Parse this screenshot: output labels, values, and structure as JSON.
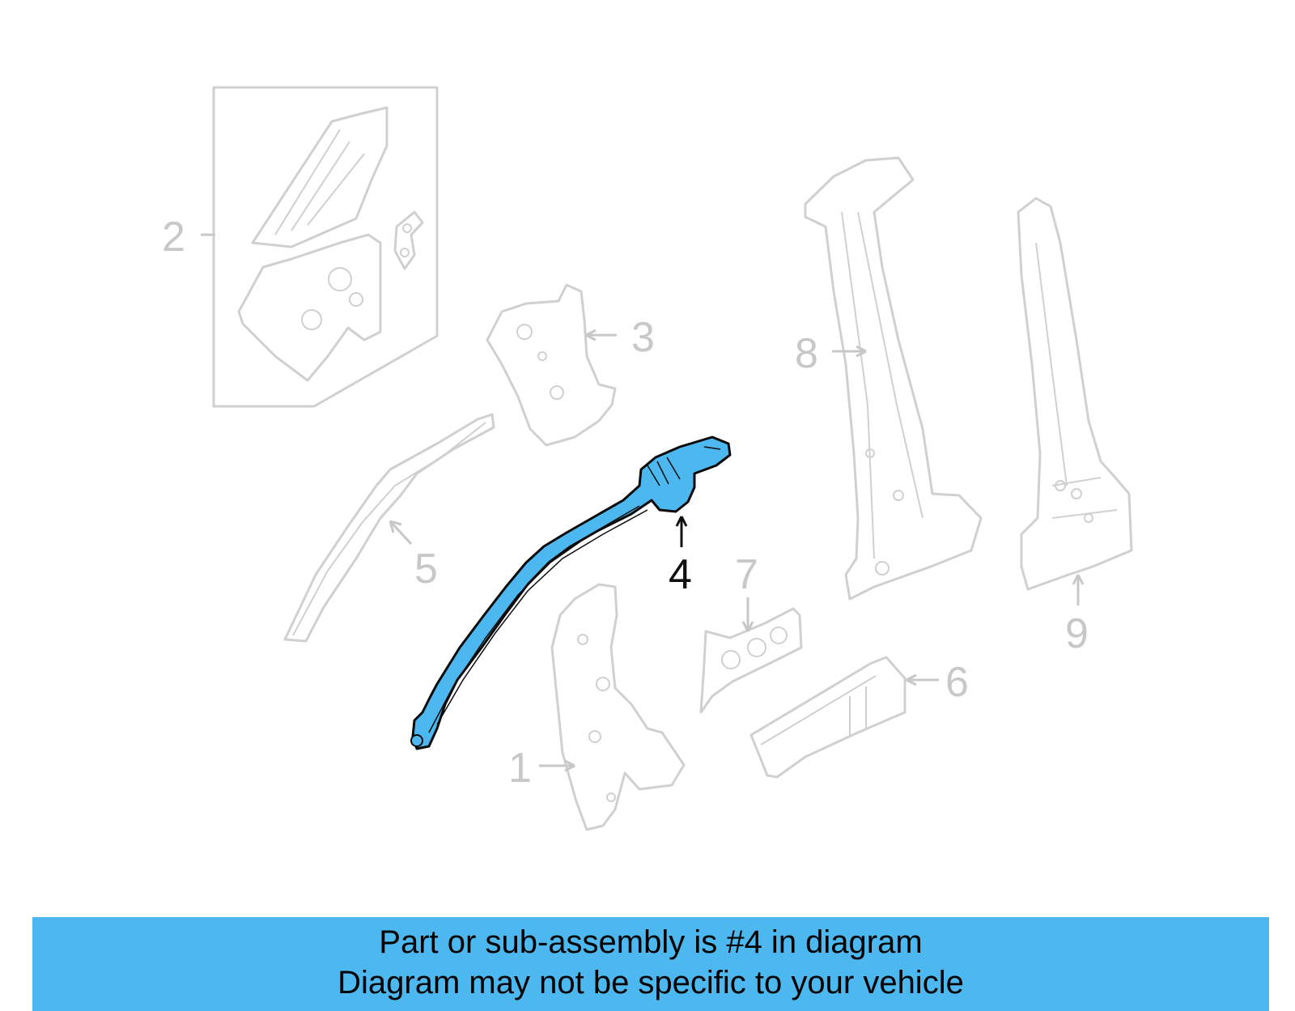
{
  "diagram": {
    "highlight_color": "#4db8f0",
    "ghost_color": "#d0d0d0",
    "callouts": {
      "c1": "1",
      "c2": "2",
      "c3": "3",
      "c4": "4",
      "c5": "5",
      "c6": "6",
      "c7": "7",
      "c8": "8",
      "c9": "9"
    }
  },
  "banner": {
    "line1": "Part or sub-assembly is #4 in diagram",
    "line2": "Diagram may not be specific to your vehicle"
  }
}
